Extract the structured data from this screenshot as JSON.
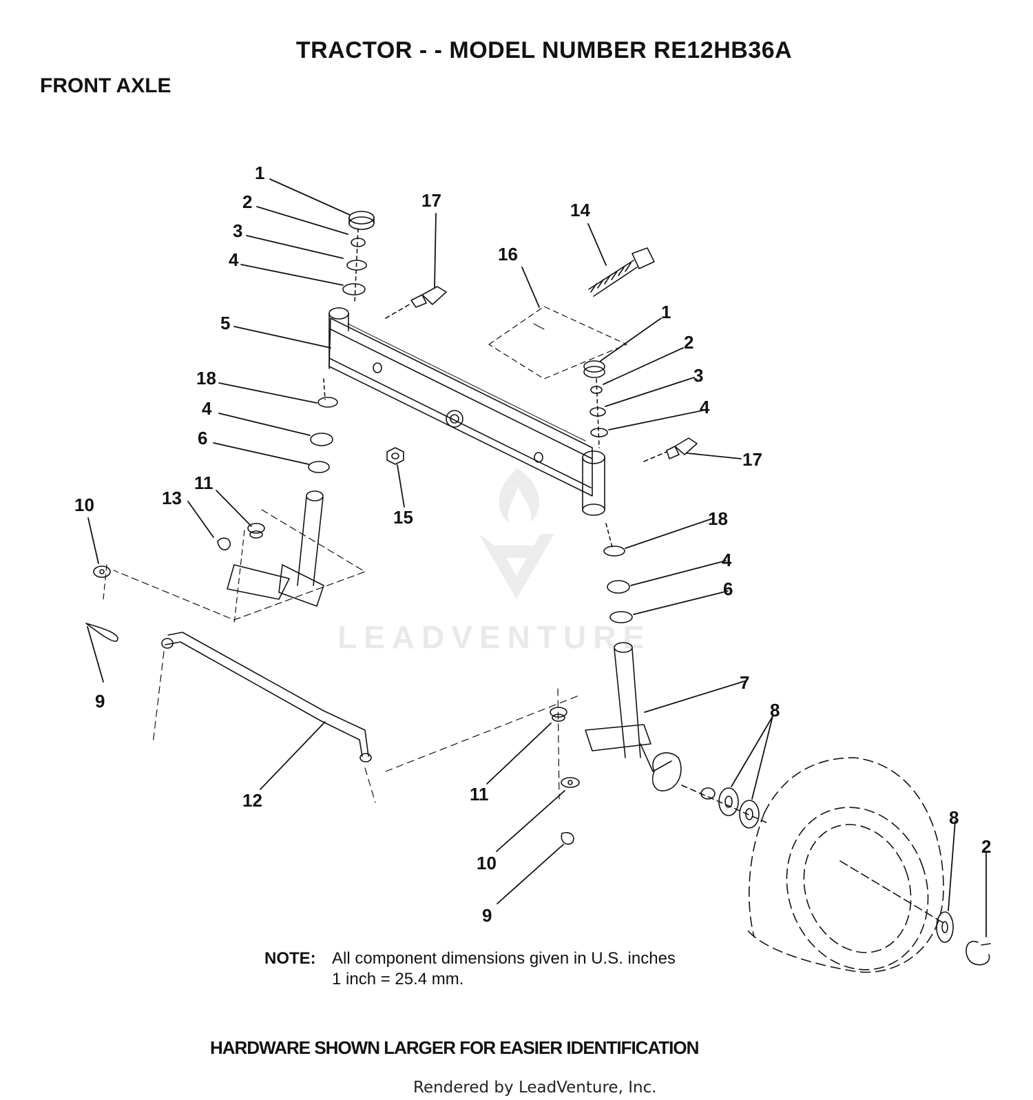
{
  "header": {
    "title": "TRACTOR - - MODEL NUMBER RE12HB36A",
    "section": "FRONT AXLE"
  },
  "callouts": [
    {
      "id": "c1a",
      "label": "1"
    },
    {
      "id": "c2a",
      "label": "2"
    },
    {
      "id": "c3a",
      "label": "3"
    },
    {
      "id": "c4a",
      "label": "4"
    },
    {
      "id": "c5",
      "label": "5"
    },
    {
      "id": "c18a",
      "label": "18"
    },
    {
      "id": "c4b",
      "label": "4"
    },
    {
      "id": "c6a",
      "label": "6"
    },
    {
      "id": "c10a",
      "label": "10"
    },
    {
      "id": "c13",
      "label": "13"
    },
    {
      "id": "c11a",
      "label": "11"
    },
    {
      "id": "c9a",
      "label": "9"
    },
    {
      "id": "c12",
      "label": "12"
    },
    {
      "id": "c17a",
      "label": "17"
    },
    {
      "id": "c16",
      "label": "16"
    },
    {
      "id": "c14",
      "label": "14"
    },
    {
      "id": "c15",
      "label": "15"
    },
    {
      "id": "c1b",
      "label": "1"
    },
    {
      "id": "c2b",
      "label": "2"
    },
    {
      "id": "c3b",
      "label": "3"
    },
    {
      "id": "c4c",
      "label": "4"
    },
    {
      "id": "c17b",
      "label": "17"
    },
    {
      "id": "c18b",
      "label": "18"
    },
    {
      "id": "c4d",
      "label": "4"
    },
    {
      "id": "c6b",
      "label": "6"
    },
    {
      "id": "c7",
      "label": "7"
    },
    {
      "id": "c8a",
      "label": "8"
    },
    {
      "id": "c11b",
      "label": "11"
    },
    {
      "id": "c10b",
      "label": "10"
    },
    {
      "id": "c9b",
      "label": "9"
    },
    {
      "id": "c8b",
      "label": "8"
    },
    {
      "id": "c2c",
      "label": "2"
    }
  ],
  "note": {
    "label": "NOTE:",
    "line1": "All component dimensions given in U.S. inches",
    "line2": "1 inch = 25.4 mm."
  },
  "footer": {
    "hardware": "HARDWARE SHOWN LARGER FOR EASIER IDENTIFICATION",
    "rendered_by": "Rendered by LeadVenture, Inc."
  },
  "watermark": {
    "text": "LEADVENTURE"
  }
}
